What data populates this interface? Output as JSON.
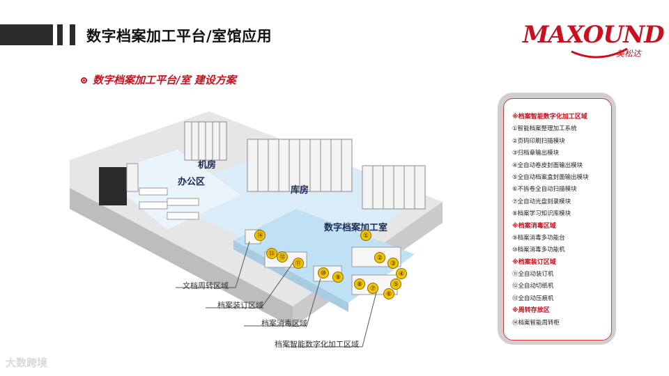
{
  "header": {
    "title": "数字档案加工平台/室馆应用",
    "logo_text": "MAXOUND",
    "logo_sub": "美松达"
  },
  "subtitle": "数字档案加工平台/室 建设方案",
  "diagram": {
    "rooms": {
      "office": "办公区",
      "machine_room": "机房",
      "storage": "库房",
      "processing_room": "数字档案加工室"
    },
    "callouts": [
      "文档周转区域",
      "档案装订区域",
      "档案消毒区域",
      "档案智能数字化加工区域"
    ],
    "badges": [
      "①",
      "②",
      "③",
      "④",
      "⑤",
      "⑥",
      "⑦",
      "⑧",
      "⑨",
      "⑩",
      "⑪",
      "⑫",
      "⑬",
      "⑭"
    ]
  },
  "legend": {
    "rows": [
      {
        "text": "※档案智能数字化加工区域",
        "section": true
      },
      {
        "text": "①智能档案整理加工系统",
        "section": false
      },
      {
        "text": "②页码印刷扫描模块",
        "section": false
      },
      {
        "text": "③归档章输出模块",
        "section": false
      },
      {
        "text": "④全自动卷皮封面输出模块",
        "section": false
      },
      {
        "text": "⑤全自动档案盒封面输出模块",
        "section": false
      },
      {
        "text": "⑥不拆卷全自动扫描模块",
        "section": false
      },
      {
        "text": "⑦全自动光盘刻录模块",
        "section": false
      },
      {
        "text": "⑧档案学习知识库模块",
        "section": false
      },
      {
        "text": "※档案消毒区域",
        "section": true
      },
      {
        "text": "⑨档案消毒多功能台",
        "section": false
      },
      {
        "text": "⑩档案消毒多功能机",
        "section": false
      },
      {
        "text": "※档案装订区域",
        "section": true
      },
      {
        "text": "⑪全自动装订机",
        "section": false
      },
      {
        "text": "⑫全自动切纸机",
        "section": false
      },
      {
        "text": "⑬全自动压痕机",
        "section": false
      },
      {
        "text": "※周转存放区",
        "section": true
      },
      {
        "text": "⑭档案智能周转柜",
        "section": false
      }
    ]
  },
  "watermark": "大数跨境",
  "colors": {
    "accent": "#c8101e",
    "floor_blue": "#bfe0f5",
    "badge": "#f5c400"
  }
}
